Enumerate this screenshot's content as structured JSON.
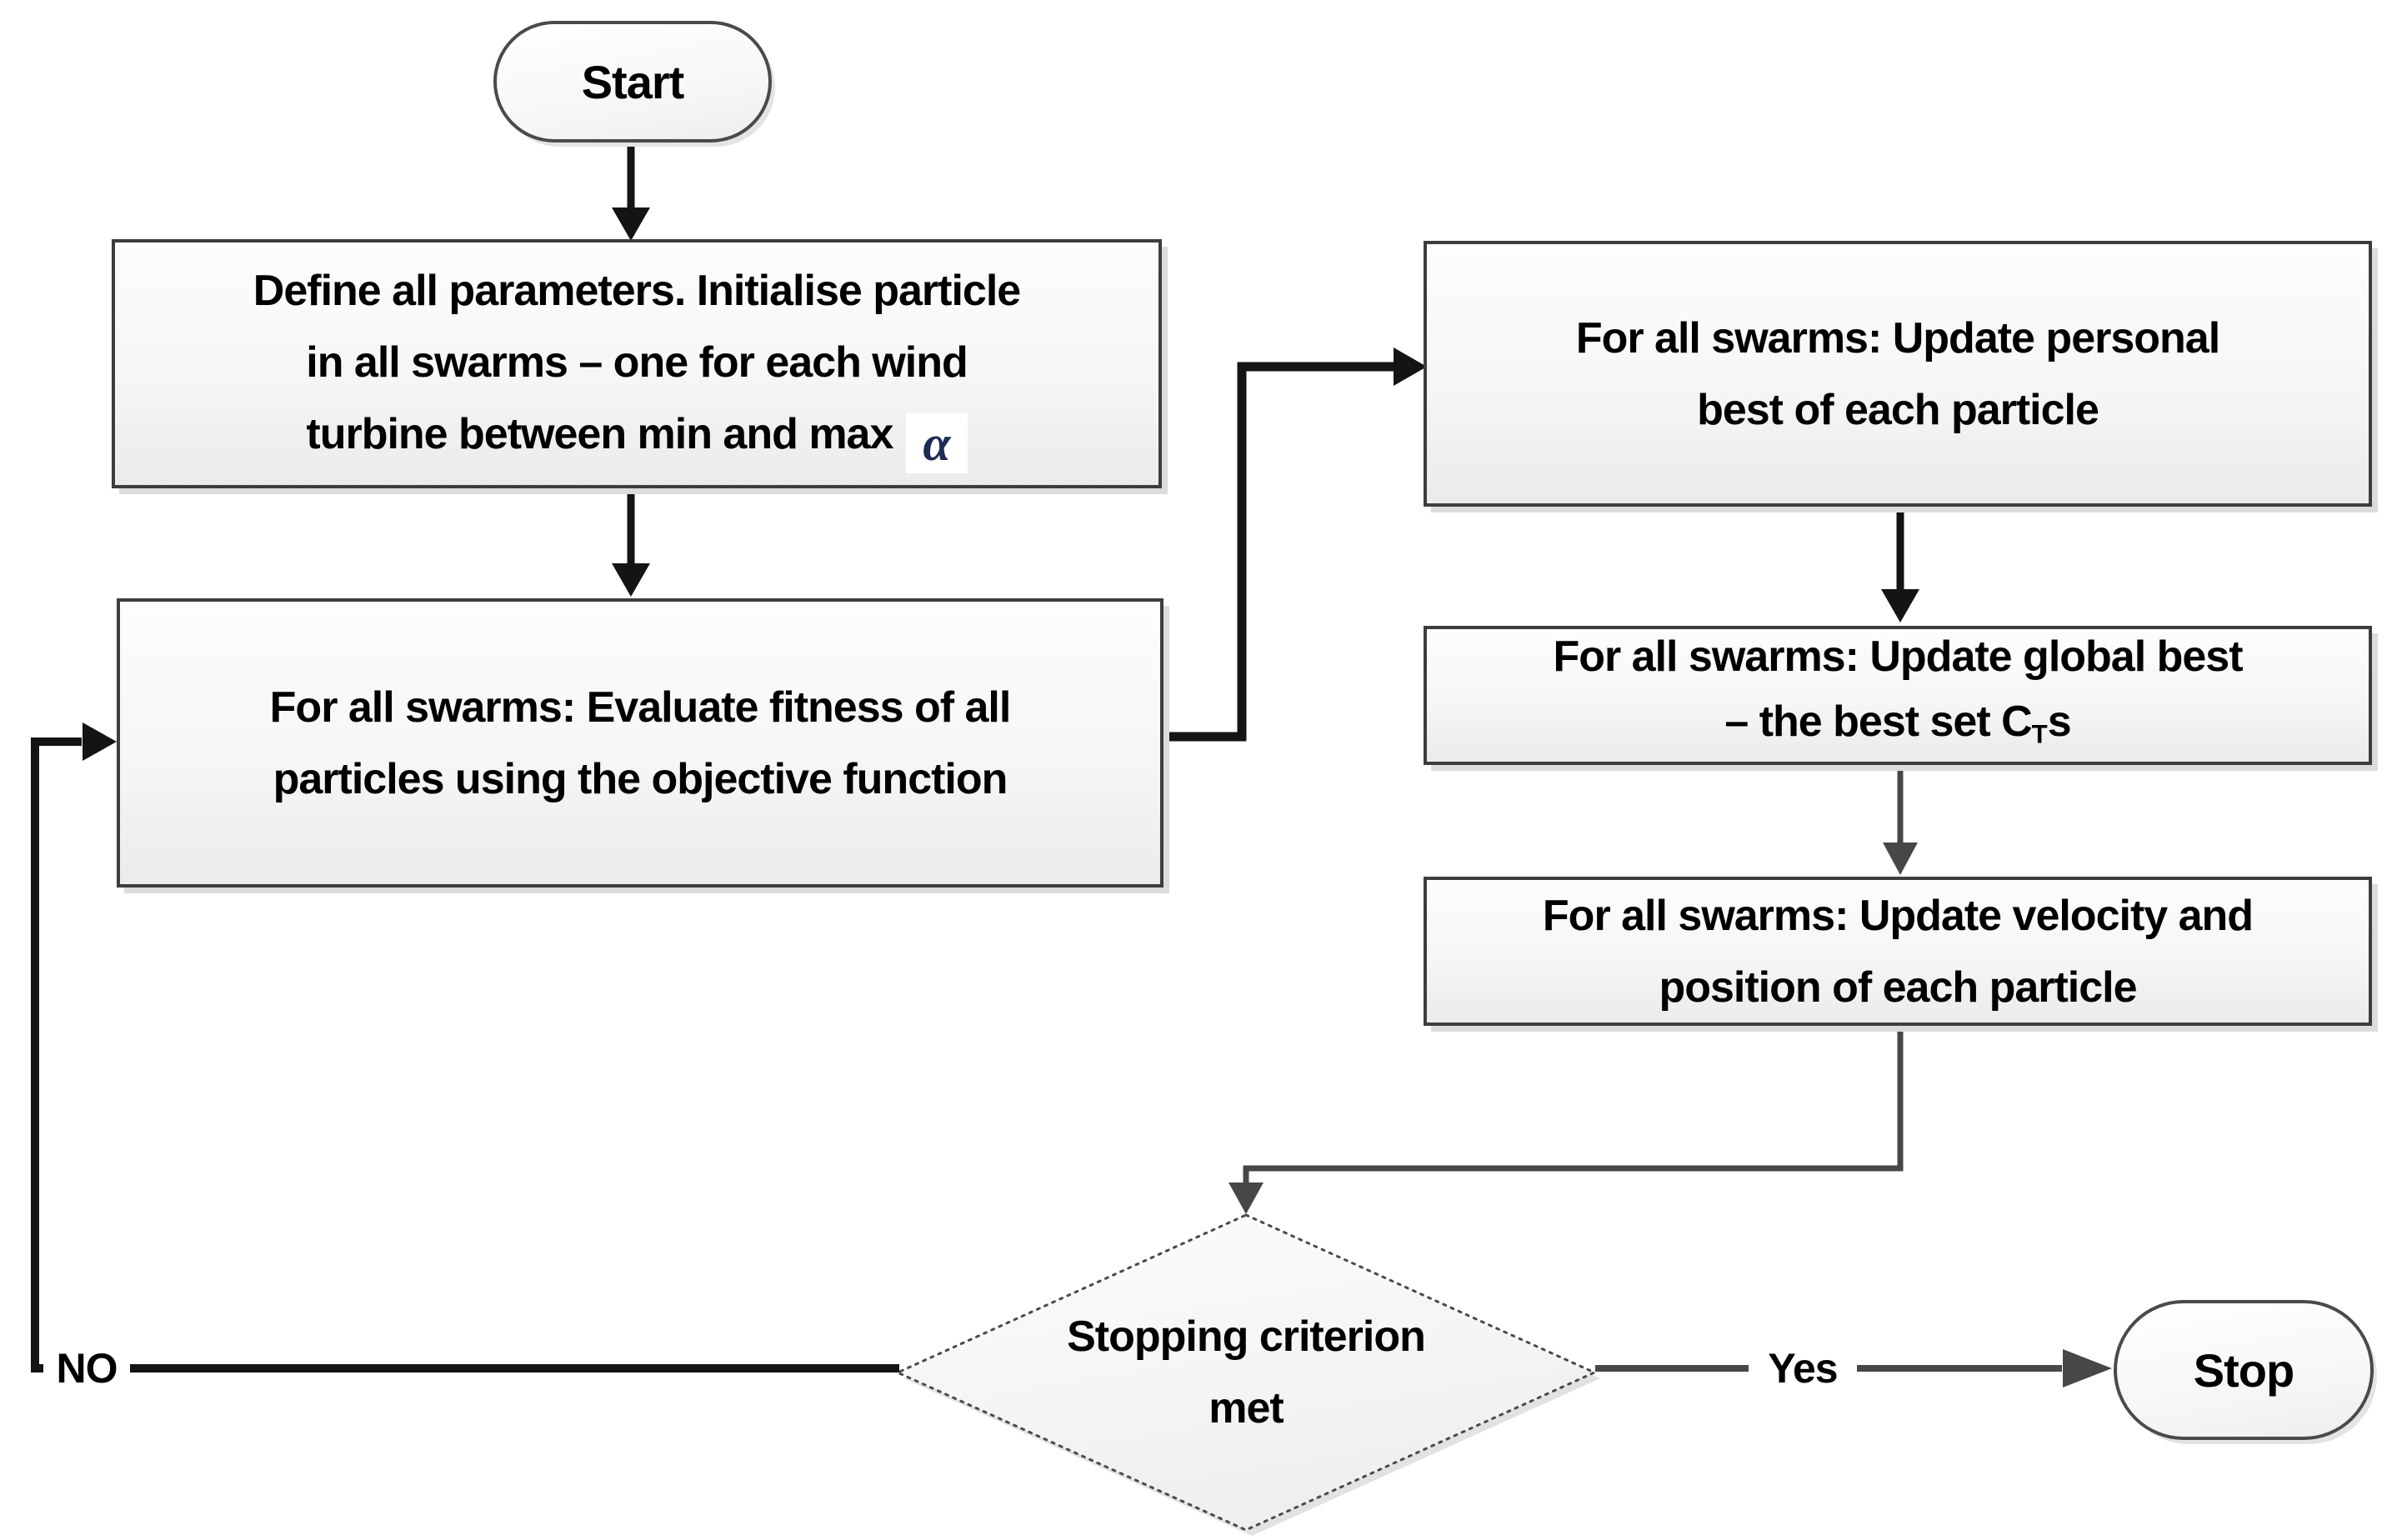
{
  "nodes": {
    "start": {
      "label": "Start"
    },
    "init": {
      "lines": [
        "Define all parameters. Initialise particle",
        "in all swarms – one for each wind",
        "turbine between min and max"
      ],
      "alpha": "α"
    },
    "evaluate": {
      "lines": [
        "For all swarms: Evaluate fitness of all",
        "particles using the objective function"
      ]
    },
    "personal_best": {
      "lines": [
        "For all swarms: Update personal",
        "best of each particle"
      ]
    },
    "global_best": {
      "line1": "For all swarms: Update global best",
      "line2_prefix": "– the best set C",
      "line2_sub": "T",
      "line2_suffix": "s"
    },
    "velocity": {
      "lines": [
        "For all swarms: Update velocity and",
        "position of each particle"
      ]
    },
    "decision": {
      "lines": [
        "Stopping criterion",
        "met"
      ]
    },
    "stop": {
      "label": "Stop"
    }
  },
  "edges": {
    "no_label": "NO",
    "yes_label": "Yes"
  },
  "colors": {
    "line_black": "#141414",
    "line_gray": "#474747",
    "box_border": "#3d3d3d",
    "oval_border": "#4a4a4a",
    "diamond_border": "#4a4a4a",
    "alpha_color": "#1d2c55"
  }
}
